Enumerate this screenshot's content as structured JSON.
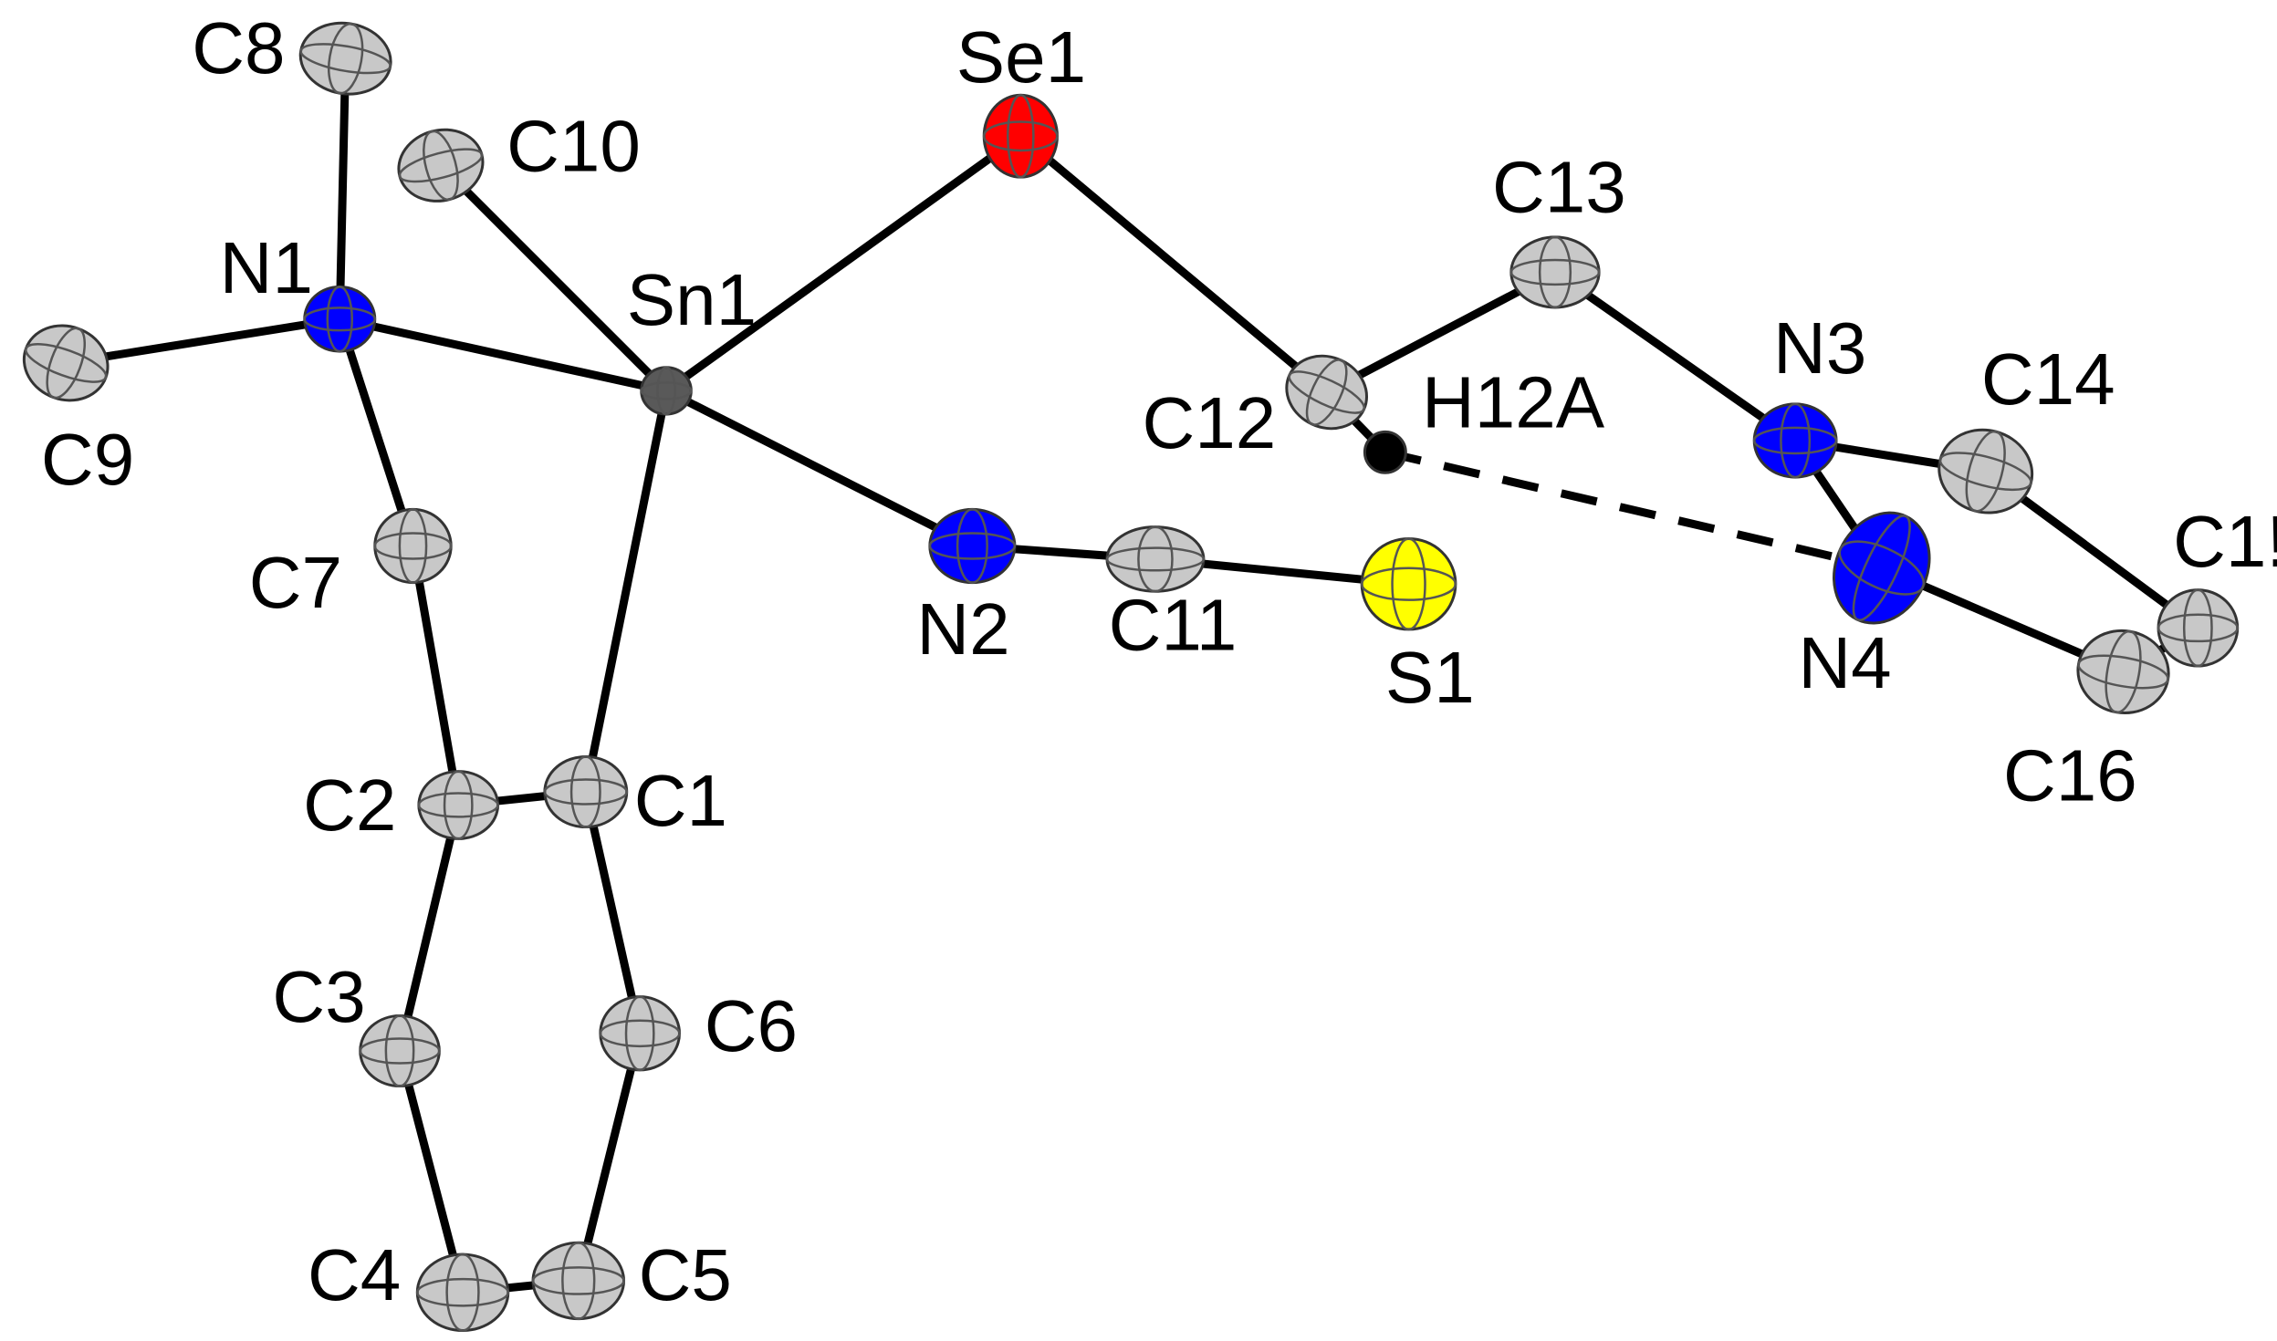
{
  "figure": {
    "type": "ORTEP molecular structure",
    "atom_colors": {
      "Sn": "#595959",
      "Se": "#ff0000",
      "N": "#0000ff",
      "S": "#ffff00",
      "C": "#c8c8c8",
      "H": "#000000"
    },
    "atoms": [
      {
        "id": "sn1",
        "label": "Sn1",
        "element": "Sn"
      },
      {
        "id": "se1",
        "label": "Se1",
        "element": "Se"
      },
      {
        "id": "n1",
        "label": "N1",
        "element": "N"
      },
      {
        "id": "n2",
        "label": "N2",
        "element": "N"
      },
      {
        "id": "n3",
        "label": "N3",
        "element": "N"
      },
      {
        "id": "n4",
        "label": "N4",
        "element": "N"
      },
      {
        "id": "s1",
        "label": "S1",
        "element": "S"
      },
      {
        "id": "c1",
        "label": "C1",
        "element": "C"
      },
      {
        "id": "c2",
        "label": "C2",
        "element": "C"
      },
      {
        "id": "c3",
        "label": "C3",
        "element": "C"
      },
      {
        "id": "c4",
        "label": "C4",
        "element": "C"
      },
      {
        "id": "c5",
        "label": "C5",
        "element": "C"
      },
      {
        "id": "c6",
        "label": "C6",
        "element": "C"
      },
      {
        "id": "c7",
        "label": "C7",
        "element": "C"
      },
      {
        "id": "c8",
        "label": "C8",
        "element": "C"
      },
      {
        "id": "c9",
        "label": "C9",
        "element": "C"
      },
      {
        "id": "c10",
        "label": "C10",
        "element": "C"
      },
      {
        "id": "c11",
        "label": "C11",
        "element": "C"
      },
      {
        "id": "c12",
        "label": "C12",
        "element": "C"
      },
      {
        "id": "c13",
        "label": "C13",
        "element": "C"
      },
      {
        "id": "c14",
        "label": "C14",
        "element": "C"
      },
      {
        "id": "c15",
        "label": "C1!",
        "element": "C"
      },
      {
        "id": "c16",
        "label": "C16",
        "element": "C"
      },
      {
        "id": "h12a",
        "label": "H12A",
        "element": "H"
      }
    ],
    "bonds": [
      [
        "n1",
        "c8"
      ],
      [
        "n1",
        "c9"
      ],
      [
        "n1",
        "c7"
      ],
      [
        "n1",
        "sn1"
      ],
      [
        "sn1",
        "c10"
      ],
      [
        "sn1",
        "se1"
      ],
      [
        "sn1",
        "n2"
      ],
      [
        "sn1",
        "c1"
      ],
      [
        "se1",
        "c12"
      ],
      [
        "c12",
        "c13"
      ],
      [
        "c12",
        "h12a"
      ],
      [
        "c13",
        "n3"
      ],
      [
        "n3",
        "c14"
      ],
      [
        "n3",
        "n4"
      ],
      [
        "c14",
        "c15"
      ],
      [
        "c15",
        "c16"
      ],
      [
        "c16",
        "n4"
      ],
      [
        "n2",
        "c11"
      ],
      [
        "c11",
        "s1"
      ],
      [
        "c7",
        "c2"
      ],
      [
        "c2",
        "c1"
      ],
      [
        "c2",
        "c3"
      ],
      [
        "c3",
        "c4"
      ],
      [
        "c4",
        "c5"
      ],
      [
        "c5",
        "c6"
      ],
      [
        "c6",
        "c1"
      ]
    ],
    "hydrogen_bonds": [
      [
        "h12a",
        "n4"
      ]
    ]
  }
}
